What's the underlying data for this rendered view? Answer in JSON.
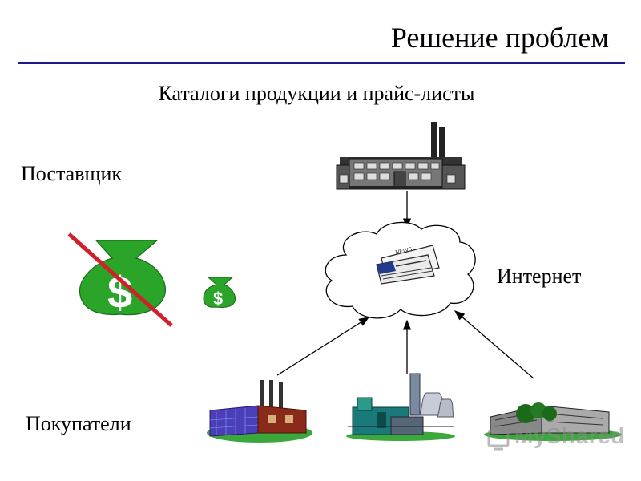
{
  "slide": {
    "title": "Решение проблем",
    "subtitle": "Каталоги продукции и прайс-листы"
  },
  "labels": {
    "supplier": "Поставщик",
    "internet": "Интернет",
    "buyers": "Покупатели"
  },
  "watermark": {
    "text": "MyShared"
  },
  "newspaper_mark": "NEWS",
  "colors": {
    "rule": "#1a1a8c",
    "money_green": "#2aa52a",
    "cross_red": "#d0202a",
    "arrow": "#000000"
  },
  "icons": {
    "supplier_factory": "factory-icon",
    "cloud": "cloud-icon",
    "newspaper": "newspaper-icon",
    "money_large": "money-bag-icon",
    "money_small": "money-bag-icon",
    "buyer_1": "factory-icon",
    "buyer_2": "power-plant-icon",
    "buyer_3": "office-building-icon"
  }
}
